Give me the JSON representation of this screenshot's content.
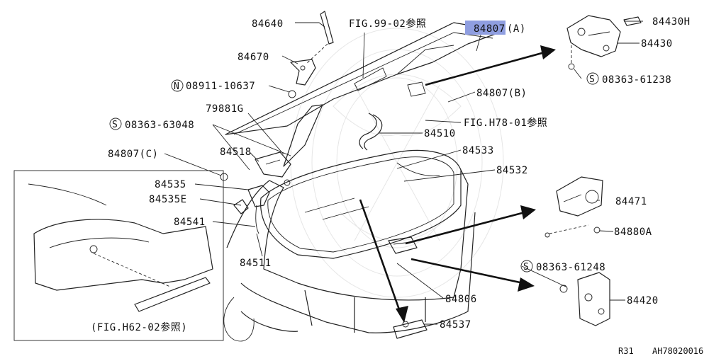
{
  "diagram": {
    "labels": {
      "p84640": "84640",
      "p84670": "84670",
      "n0891110637": "08911-10637",
      "n0891110637_prefix": "N",
      "fig9902": "FIG.99-02参照",
      "p84807a_code": "84807",
      "p84807a_suffix": "(A)",
      "p84430h": "84430H",
      "p84430": "84430",
      "s0836361238": "08363-61238",
      "s_prefix": "S",
      "p79881g": "79881G",
      "s0836363048": "08363-63048",
      "p84807b": "84807(B)",
      "figh7801": "FIG.H78-01参照",
      "p84510": "84510",
      "p84518": "84518",
      "p84807c": "84807(C)",
      "p84533": "84533",
      "p84532": "84532",
      "p84535": "84535",
      "p84535e": "84535E",
      "p84471": "84471",
      "p84541": "84541",
      "p84880a": "84880A",
      "p84511": "84511",
      "s0836361248": "08363-61248",
      "p84806": "84806",
      "p84420": "84420",
      "p84537": "84537",
      "figh6202": "(FIG.H62-02参照)"
    },
    "footer": {
      "page_code": "R31",
      "figure_code": "AH78020016"
    },
    "colors": {
      "highlight": "#8f9ee0",
      "line": "#222222"
    }
  }
}
